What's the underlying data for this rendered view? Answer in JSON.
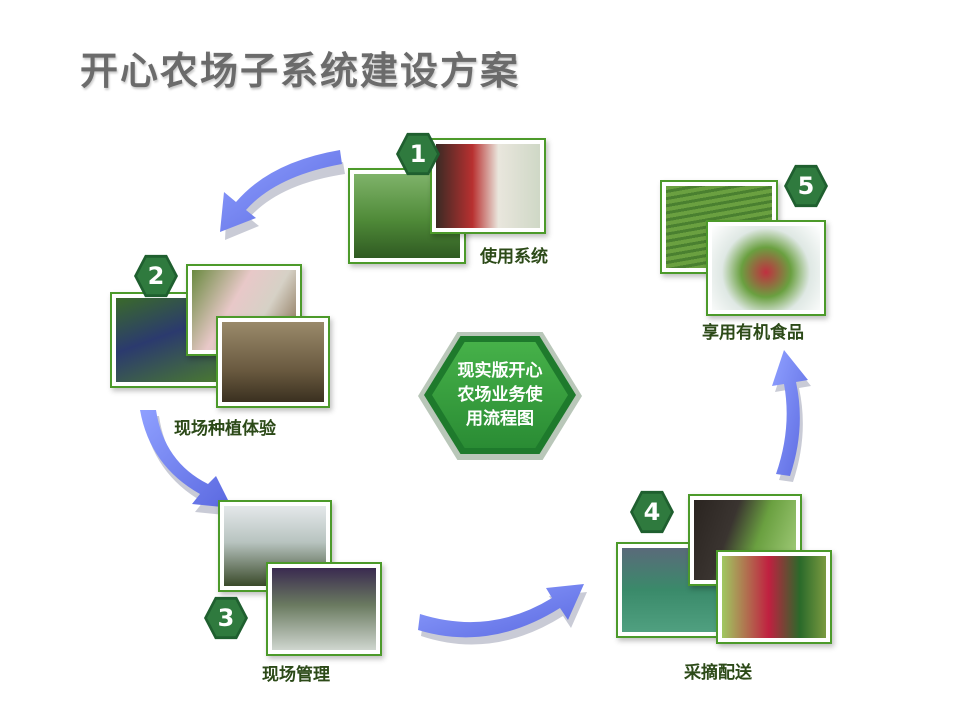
{
  "title": "开心农场子系统建设方案",
  "center": {
    "lines": [
      "现实版开心",
      "农场业务使",
      "用流程图"
    ]
  },
  "steps": [
    {
      "number": "1",
      "label": "使用系统"
    },
    {
      "number": "2",
      "label": "现场种植体验"
    },
    {
      "number": "3",
      "label": "现场管理"
    },
    {
      "number": "4",
      "label": "采摘配送"
    },
    {
      "number": "5",
      "label": "享用有机食品"
    }
  ],
  "colors": {
    "arrow": "#6f7ff0",
    "arrow_shadow": "#c9cbd6",
    "frame_border": "#4c9a2a",
    "badge": "#2f7a3e",
    "center_fill": "#2a8c34",
    "title": "#6b6b6b"
  }
}
